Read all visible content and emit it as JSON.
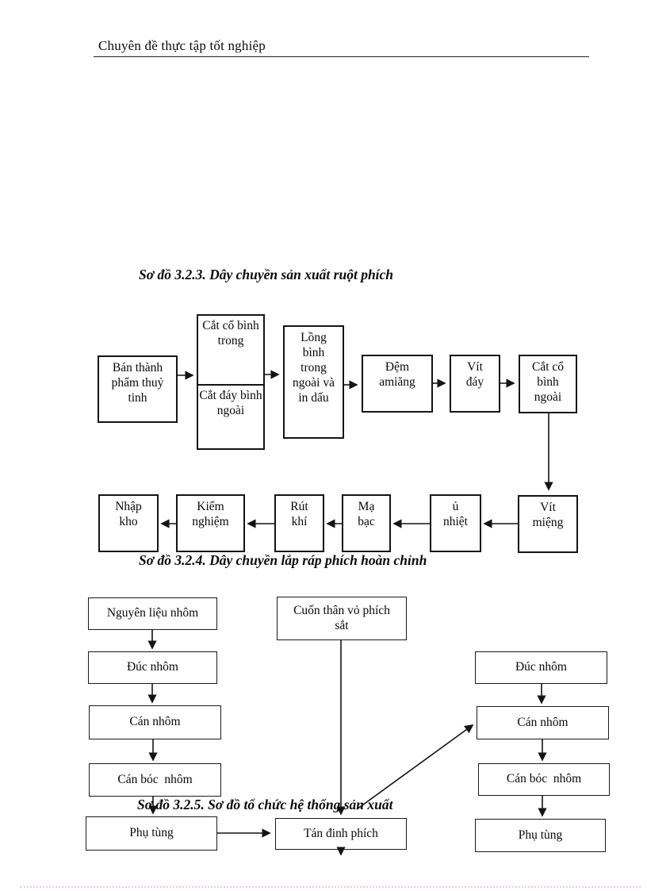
{
  "header": {
    "title": "Chuyên đề thực tập tốt nghiệp"
  },
  "captions": {
    "c323": "Sơ đồ 3.2.3. Dây chuyền sản xuất ruột phích",
    "c324": "Sơ đồ 3.2.4. Dây chuyền lắp ráp phích hoàn chỉnh",
    "c325": "Sơ đồ 3.2.5. Sơ đồ tổ chức hệ thống sản xuất"
  },
  "flowchart1": {
    "row1": {
      "ban_thanh_pham": "Bán thành phẩm thuỷ tinh",
      "cat_co_binh_trong": "Cắt cổ bình trong",
      "cat_day_binh_ngoai": "Cắt đáy bình ngoài",
      "long_binh": "Lồng bình trong ngoài và in dấu",
      "dem_amiang": "Đệm amiăng",
      "vit_day": "Vít đáy",
      "cat_co_binh_ngoai": "Cắt cổ bình ngoài"
    },
    "row2": {
      "nhap_kho": "Nhập kho",
      "kiem_nghiem": "Kiểm nghiệm",
      "rut_khi": "Rút khí",
      "ma_bac": "Mạ bạc",
      "u_nhiet": "ủ nhiệt",
      "vit_mieng": "Vít miệng"
    }
  },
  "flowchart2": {
    "left": {
      "nguyen_lieu_nhom": "Nguyên liệu nhôm",
      "duc_nhom": "Đúc nhôm",
      "can_nhom": "Cán nhôm",
      "can_boc_nhom": "Cán bóc  nhôm",
      "phu_tung": "Phụ tùng"
    },
    "middle": {
      "cuon_than_vo": "Cuốn thân vỏ phích sắt",
      "tan_dinh_phich": "Tán đinh phích"
    },
    "right": {
      "duc_nhom": "Đúc nhôm",
      "can_nhom": "Cán nhôm",
      "can_boc_nhom": "Cán bóc  nhôm",
      "phu_tung": "Phụ tùng"
    }
  }
}
